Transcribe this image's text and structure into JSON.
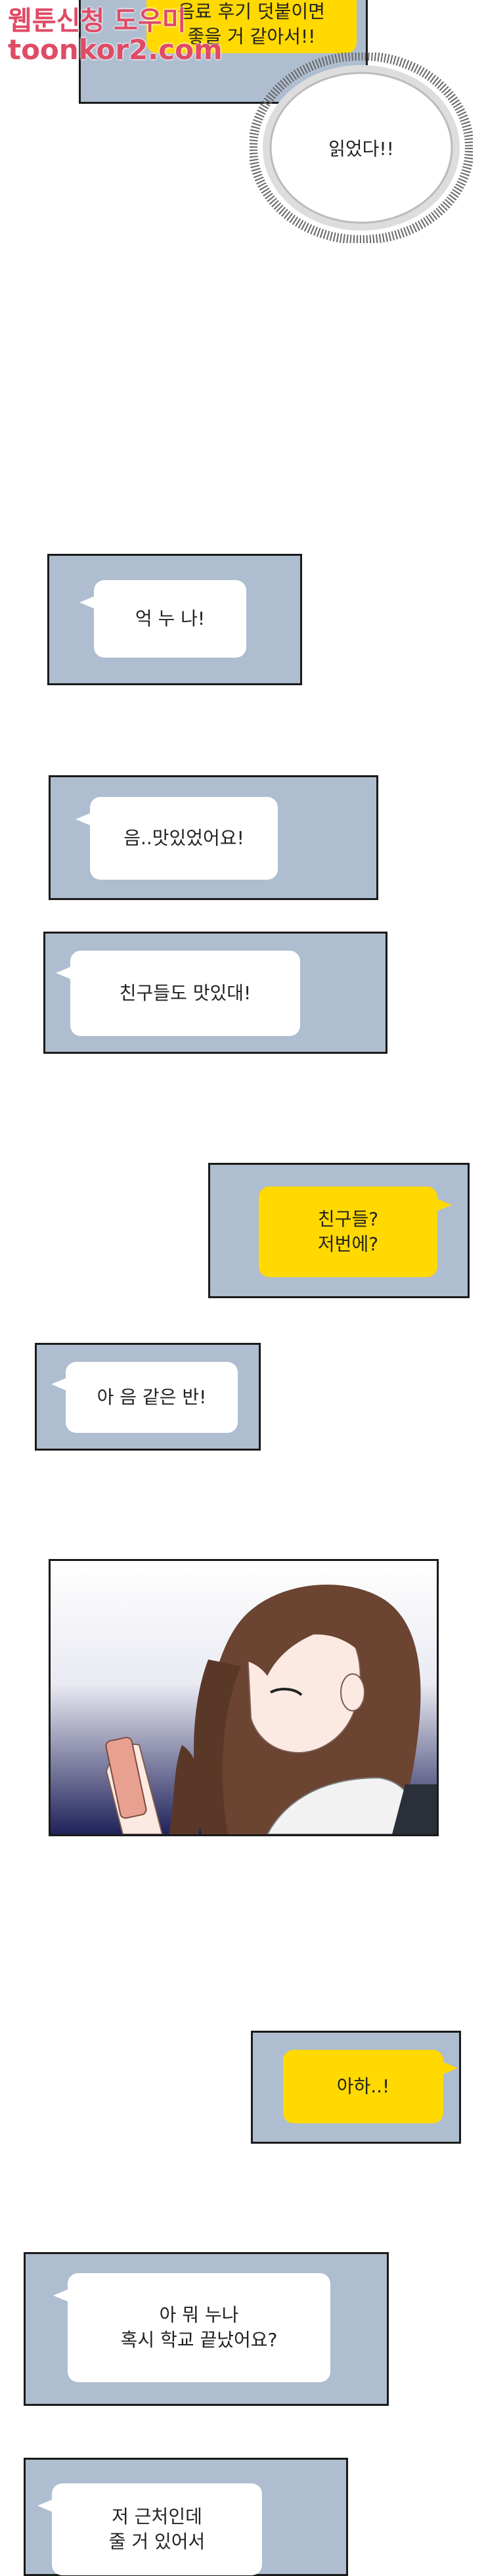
{
  "watermark": {
    "line1": "웹툰신청 도우미",
    "line2": "toonkor2.com"
  },
  "chat": {
    "top_message": "음료 후기 덧붙이면\n좋을 거 같아서!!",
    "read_exclaim": "읽었다!!",
    "msg_1": "억 누 나!",
    "msg_2": "음..맛있었어요!",
    "msg_3": "친구들도 맛있대!",
    "msg_4": "친구들?\n저번에?",
    "msg_5": "아 음 같은 반!",
    "msg_6": "아하..!",
    "msg_7": "아 뭐 누나\n혹시 학교 끝났어요?",
    "msg_8": "저 근처인데\n줄 거 있어서"
  },
  "colors": {
    "panel_bg": "#aebdcf",
    "bubble_white": "#ffffff",
    "bubble_yellow": "#ffd900",
    "border": "#1a1a1a"
  }
}
